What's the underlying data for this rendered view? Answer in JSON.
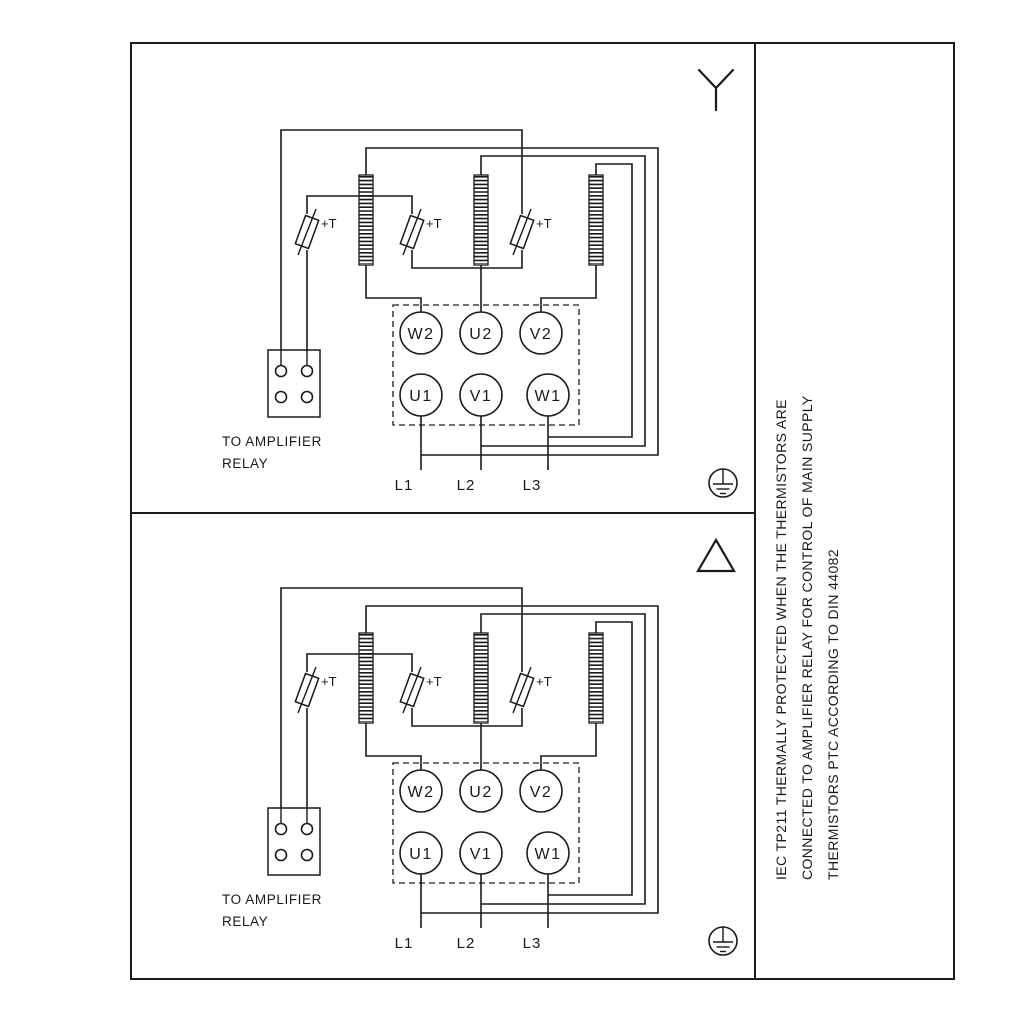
{
  "sidebar": {
    "lines": [
      "IEC TP211 THERMALLY PROTECTED WHEN THE THERMISTORS ARE",
      "CONNECTED TO AMPLIFIER RELAY FOR CONTROL OF MAIN SUPPLY",
      "THERMISTORS PTC ACCORDING TO DIN 44082"
    ]
  },
  "panels": [
    {
      "connection": "star",
      "thermistor_label": "+T",
      "terminals_top": [
        "W2",
        "U2",
        "V2"
      ],
      "terminals_bottom": [
        "U1",
        "V1",
        "W1"
      ],
      "supply_lines": [
        "L1",
        "L2",
        "L3"
      ],
      "amplifier_note_line1": "TO AMPLIFIER",
      "amplifier_note_line2": "RELAY"
    },
    {
      "connection": "delta",
      "thermistor_label": "+T",
      "terminals_top": [
        "W2",
        "U2",
        "V2"
      ],
      "terminals_bottom": [
        "U1",
        "V1",
        "W1"
      ],
      "supply_lines": [
        "L1",
        "L2",
        "L3"
      ],
      "amplifier_note_line1": "TO AMPLIFIER",
      "amplifier_note_line2": "RELAY"
    }
  ],
  "colors": {
    "line": "#1a1a1a",
    "background": "#ffffff"
  }
}
